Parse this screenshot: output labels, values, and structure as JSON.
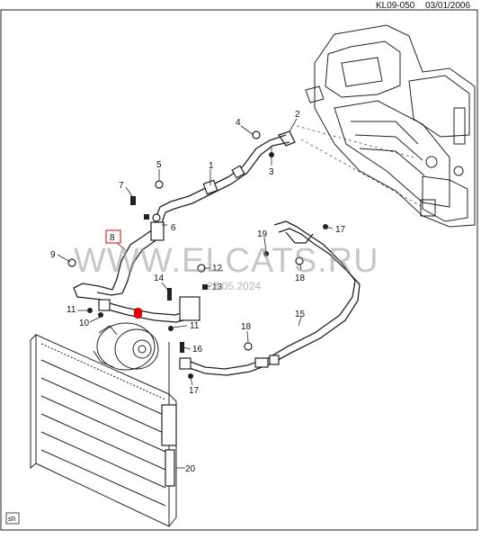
{
  "header": {
    "ref_code": "KL09-050",
    "date": "03/01/2006"
  },
  "watermark": {
    "text": "WWW.ELCATS.RU",
    "date": "23.05.2024"
  },
  "corner_tag": "sh",
  "callouts": {
    "c1": "1",
    "c2": "2",
    "c3": "3",
    "c4": "4",
    "c5": "5",
    "c6": "6",
    "c7": "7",
    "c8": "8",
    "c9": "9",
    "c10": "10",
    "c11a": "11",
    "c11b": "11",
    "c12": "12",
    "c13": "13",
    "c14": "14",
    "c15": "15",
    "c16": "16",
    "c17a": "17",
    "c17b": "17",
    "c18a": "18",
    "c18b": "18",
    "c19": "19",
    "c20": "20"
  },
  "colors": {
    "highlight": "#e00000",
    "line": "#222222",
    "watermark": "#9a9a9a"
  }
}
